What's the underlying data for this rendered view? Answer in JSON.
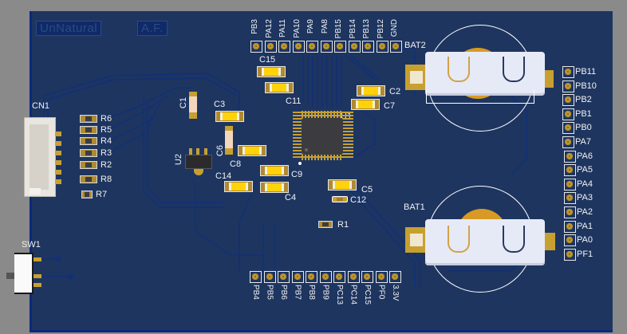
{
  "board": {
    "logo_text": "UnNatural",
    "logo_text_2": "A.F.",
    "colors": {
      "background": "#8a8a8a",
      "pcb": "#1e3560",
      "trace": "#0e2a6a",
      "silkscreen": "#f2f2f2",
      "copper_pad": "#c8a030",
      "capacitor_body": "#ffd20a"
    }
  },
  "headers": {
    "top": {
      "pins": [
        "PB3",
        "PA12",
        "PA11",
        "PA10",
        "PA9",
        "PA8",
        "PB15",
        "PB14",
        "PB13",
        "PB12",
        "GND"
      ]
    },
    "bottom": {
      "pins": [
        "PB4",
        "PB5",
        "PB6",
        "PB7",
        "PB8",
        "PB9",
        "PC13",
        "PC14",
        "PC15",
        "PF0",
        "3.3V"
      ]
    },
    "right": {
      "pins": [
        "PB11",
        "PB10",
        "PB2",
        "PB1",
        "PB0",
        "PA7",
        "PA6",
        "PA5",
        "PA4",
        "PA3",
        "PA2",
        "PA1",
        "PA0",
        "PF1"
      ]
    }
  },
  "components": {
    "connector": "CN1",
    "switch": "SW1",
    "mcu": "U1",
    "regulator": "U2",
    "battery_top": "BAT2",
    "battery_bottom": "BAT1",
    "resistors": [
      "R6",
      "R5",
      "R4",
      "R3",
      "R2",
      "R8",
      "R7",
      "R1"
    ],
    "capacitors": {
      "c1": "C1",
      "c2": "C2",
      "c3": "C3",
      "c4": "C4",
      "c5": "C5",
      "c6": "C6",
      "c7": "C7",
      "c8": "C8",
      "c9": "C9",
      "c11": "C11",
      "c12": "C12",
      "c14": "C14",
      "c15": "C15"
    }
  }
}
